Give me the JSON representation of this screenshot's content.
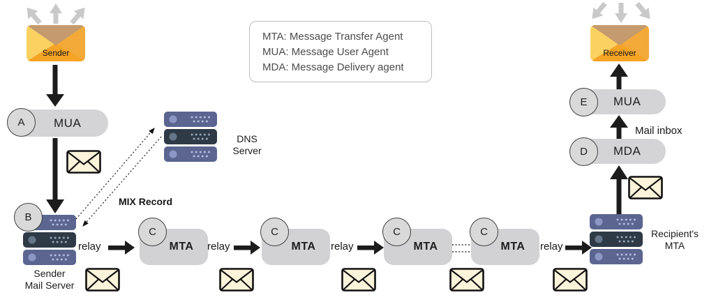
{
  "legend": {
    "line1": "MTA: Message Transfer Agent",
    "line2": "MUA: Message User Agent",
    "line3": "MDA: Message Delivery agent"
  },
  "sender": {
    "label": "Sender"
  },
  "receiver": {
    "label": "Receiver"
  },
  "nodes": {
    "mua_a": {
      "badge": "A",
      "label": "MUA"
    },
    "sender_mail_server": {
      "badge": "B",
      "line1": "Sender",
      "line2": "Mail Server"
    },
    "dns_server": {
      "line1": "DNS",
      "line2": "Server"
    },
    "mta1": {
      "badge": "C",
      "label": "MTA"
    },
    "mta2": {
      "badge": "C",
      "label": "MTA"
    },
    "mta3": {
      "badge": "C",
      "label": "MTA"
    },
    "mta4": {
      "badge": "C",
      "label": "MTA"
    },
    "recipient_mta": {
      "line1": "Recipient's",
      "line2": "MTA"
    },
    "mda": {
      "badge": "D",
      "label": "MDA"
    },
    "mua_e": {
      "badge": "E",
      "label": "MUA"
    }
  },
  "labels": {
    "relay1": "relay",
    "relay2": "relay",
    "relay3": "relay",
    "relay4": "relay",
    "mix_record": "MIX Record",
    "mail_inbox": "Mail inbox"
  },
  "colors": {
    "envelope_orange": "#f5a426",
    "envelope_flap_tan": "#c49a6e",
    "envelope_light": "#fbd262",
    "pill_gray": "#d4d4d6",
    "server_light": "#5b6590",
    "server_dark": "#2e3a46",
    "mail_cream": "#fbf3da",
    "arrow_black": "#1c1c1c",
    "arrow_gray": "#c9c9c9"
  }
}
